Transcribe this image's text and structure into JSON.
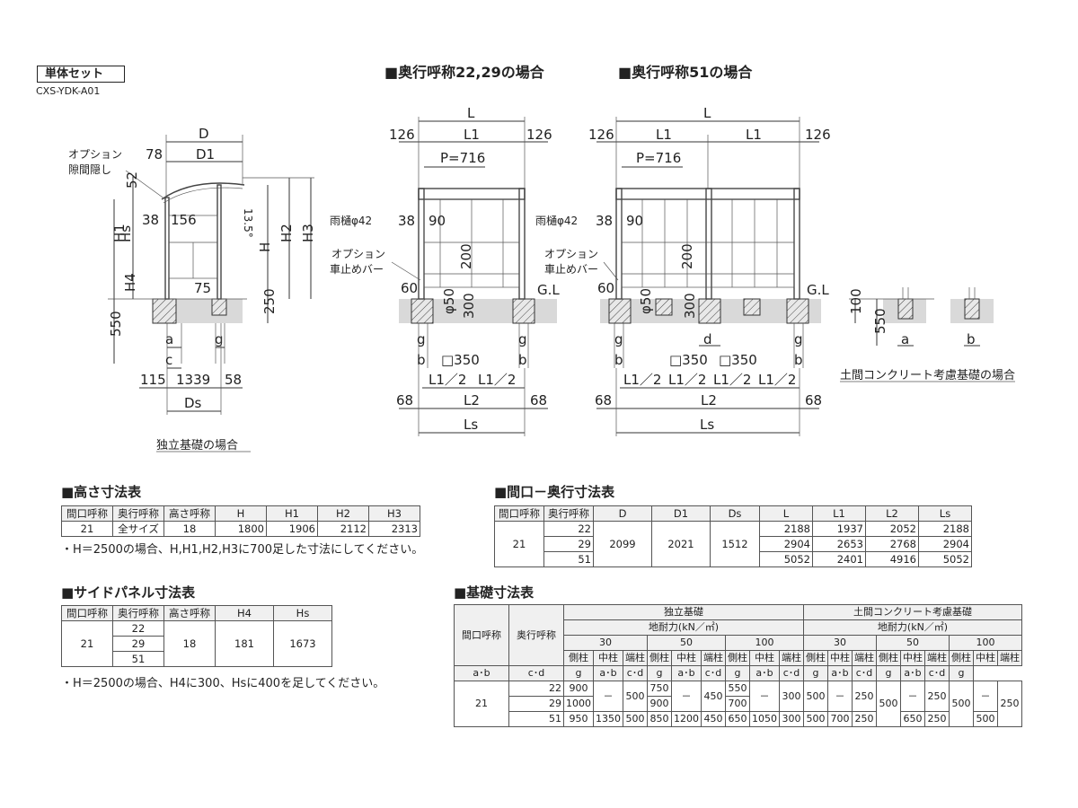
{
  "header": {
    "set_label": "単体セット",
    "code": "CXS-YDK-A01"
  },
  "views": {
    "title_22_29": "■奥行呼称22,29の場合",
    "title_51": "■奥行呼称51の場合",
    "caption_side": "独立基礎の場合",
    "caption_concrete": "土間コンクリート考慮基礎の場合"
  },
  "labels": {
    "option_gap": "オプション",
    "option_gap2": "隙間隠し",
    "option_stopper": "オプション",
    "option_stopper2": "車止めバー",
    "gutter": "雨樋φ42",
    "gl": "G.L",
    "phi50": "φ50",
    "sq350": "□350",
    "pitch": "P=716",
    "slope": "13.5°"
  },
  "dims": {
    "D": "D",
    "D1": "D1",
    "L": "L",
    "L1": "L1",
    "L2": "L2",
    "Ls": "Ls",
    "Ds": "Ds",
    "H": "H",
    "H1": "H1",
    "H2": "H2",
    "H3": "H3",
    "H4": "H4",
    "Hs": "Hs",
    "half": "L1／2",
    "a": "a",
    "b": "b",
    "c": "c",
    "d": "d",
    "g": "g",
    "n78": "78",
    "n52": "52",
    "n38": "38",
    "n156": "156",
    "n75": "75",
    "n250": "250",
    "n550": "550",
    "n115": "115",
    "n1339": "1339",
    "n58": "58",
    "n126": "126",
    "n90": "90",
    "n60": "60",
    "n200": "200",
    "n300": "300",
    "n68": "68",
    "n100": "100"
  },
  "height_table": {
    "title": "■高さ寸法表",
    "headers": [
      "間口呼称",
      "奥行呼称",
      "高さ呼称",
      "H",
      "H1",
      "H2",
      "H3"
    ],
    "rows": [
      [
        "21",
        "全サイズ",
        "18",
        "1800",
        "1906",
        "2112",
        "2313"
      ]
    ],
    "note": "・H＝2500の場合、H,H1,H2,H3に700足した寸法にしてください。"
  },
  "frontage_table": {
    "title": "■間口－奥行寸法表",
    "headers": [
      "間口呼称",
      "奥行呼称",
      "D",
      "D1",
      "Ds",
      "L",
      "L1",
      "L2",
      "Ls"
    ],
    "frontage": "21",
    "D": "2099",
    "D1": "2021",
    "Ds": "1512",
    "rows": [
      [
        "22",
        "2188",
        "1937",
        "2052",
        "2188"
      ],
      [
        "29",
        "2904",
        "2653",
        "2768",
        "2904"
      ],
      [
        "51",
        "5052",
        "2401",
        "4916",
        "5052"
      ]
    ]
  },
  "side_table": {
    "title": "■サイドパネル寸法表",
    "headers": [
      "間口呼称",
      "奥行呼称",
      "高さ呼称",
      "H4",
      "Hs"
    ],
    "frontage": "21",
    "depths": [
      "22",
      "29",
      "51"
    ],
    "height": "18",
    "H4": "181",
    "Hs": "1673",
    "note": "・H＝2500の場合、H4に300、Hsに400を足してください。"
  },
  "foundation_table": {
    "title": "■基礎寸法表",
    "h_frontage": "間口呼称",
    "h_depth": "奥行呼称",
    "independent": "独立基礎",
    "concrete": "土間コンクリート考慮基礎",
    "bearing": "地耐力(kN／㎡)",
    "loads": [
      "30",
      "50",
      "100",
      "30",
      "50",
      "100"
    ],
    "posts": [
      "側柱",
      "中柱",
      "端柱"
    ],
    "dims": [
      "a･b",
      "c･d",
      "g"
    ],
    "frontage": "21",
    "depths": [
      "22",
      "29",
      "51"
    ],
    "dash": "－",
    "v": {
      "r22_30a": "900",
      "r29_30a": "1000",
      "r51_30a": "950",
      "r51_30c": "1350",
      "r2229_30g": "500",
      "r51_30g": "500",
      "r22_50a": "750",
      "r29_50a": "900",
      "r51_50a": "850",
      "r51_50c": "1200",
      "r2229_50g": "450",
      "r51_50g": "450",
      "r22_100a": "550",
      "r29_100a": "700",
      "r51_100a": "650",
      "r51_100c": "1050",
      "r2229_100g": "300",
      "r51_100g": "300",
      "c30_a": "500",
      "c30_g": "250",
      "c51_30a": "500",
      "c51_30c": "700",
      "c51_30g": "250",
      "c50_a": "500",
      "c50_g": "250",
      "c51_50c": "650",
      "c51_50g": "250",
      "c100_a": "500",
      "c51_100c": "500",
      "c100_g": "250"
    }
  }
}
